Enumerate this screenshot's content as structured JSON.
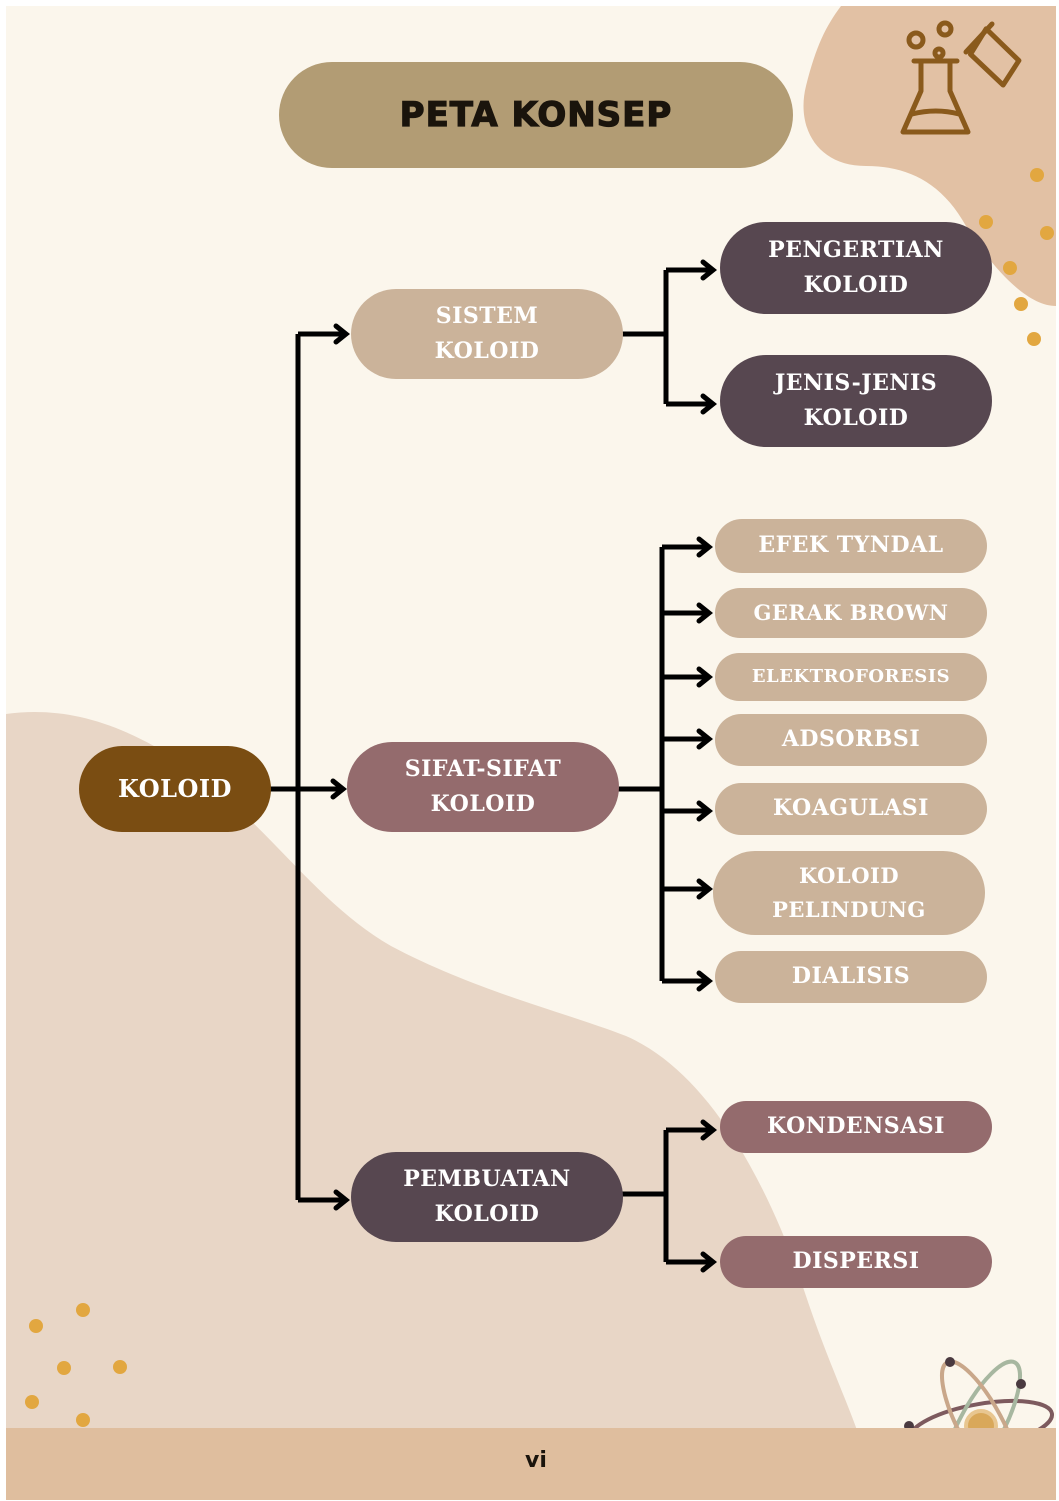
{
  "title": "PETA KONSEP",
  "page_number": "vi",
  "root": {
    "label": "KOLOID"
  },
  "branches": [
    {
      "label_lines": [
        "SISTEM",
        "KOLOID"
      ],
      "children": [
        {
          "label_lines": [
            "PENGERTIAN",
            "KOLOID"
          ]
        },
        {
          "label_lines": [
            "JENIS-JENIS",
            "KOLOID"
          ]
        }
      ]
    },
    {
      "label_lines": [
        "SIFAT-SIFAT",
        "KOLOID"
      ],
      "children": [
        {
          "label_lines": [
            "EFEK TYNDAL"
          ]
        },
        {
          "label_lines": [
            "GERAK BROWN"
          ]
        },
        {
          "label_lines": [
            "ELEKTROFORESIS"
          ]
        },
        {
          "label_lines": [
            "ADSORBSI"
          ]
        },
        {
          "label_lines": [
            "KOAGULASI"
          ]
        },
        {
          "label_lines": [
            "KOLOID",
            "PELINDUNG"
          ]
        },
        {
          "label_lines": [
            "DIALISIS"
          ]
        }
      ]
    },
    {
      "label_lines": [
        "PEMBUATAN",
        "KOLOID"
      ],
      "children": [
        {
          "label_lines": [
            "KONDENSASI"
          ]
        },
        {
          "label_lines": [
            "DISPERSI"
          ]
        }
      ]
    }
  ],
  "icons": [
    "chemistry-flask-icon",
    "atom-icon"
  ],
  "colors": {
    "background": "#fbf6ec",
    "title_pill": "#b29c74",
    "root": "#7a4d12",
    "tan": "#cbb39a",
    "dark_plum": "#574750",
    "mauve": "#946b6d",
    "blob_light": "#e8d6c6",
    "blob_dark": "#e2c1a4",
    "dots": "#e2a740"
  }
}
